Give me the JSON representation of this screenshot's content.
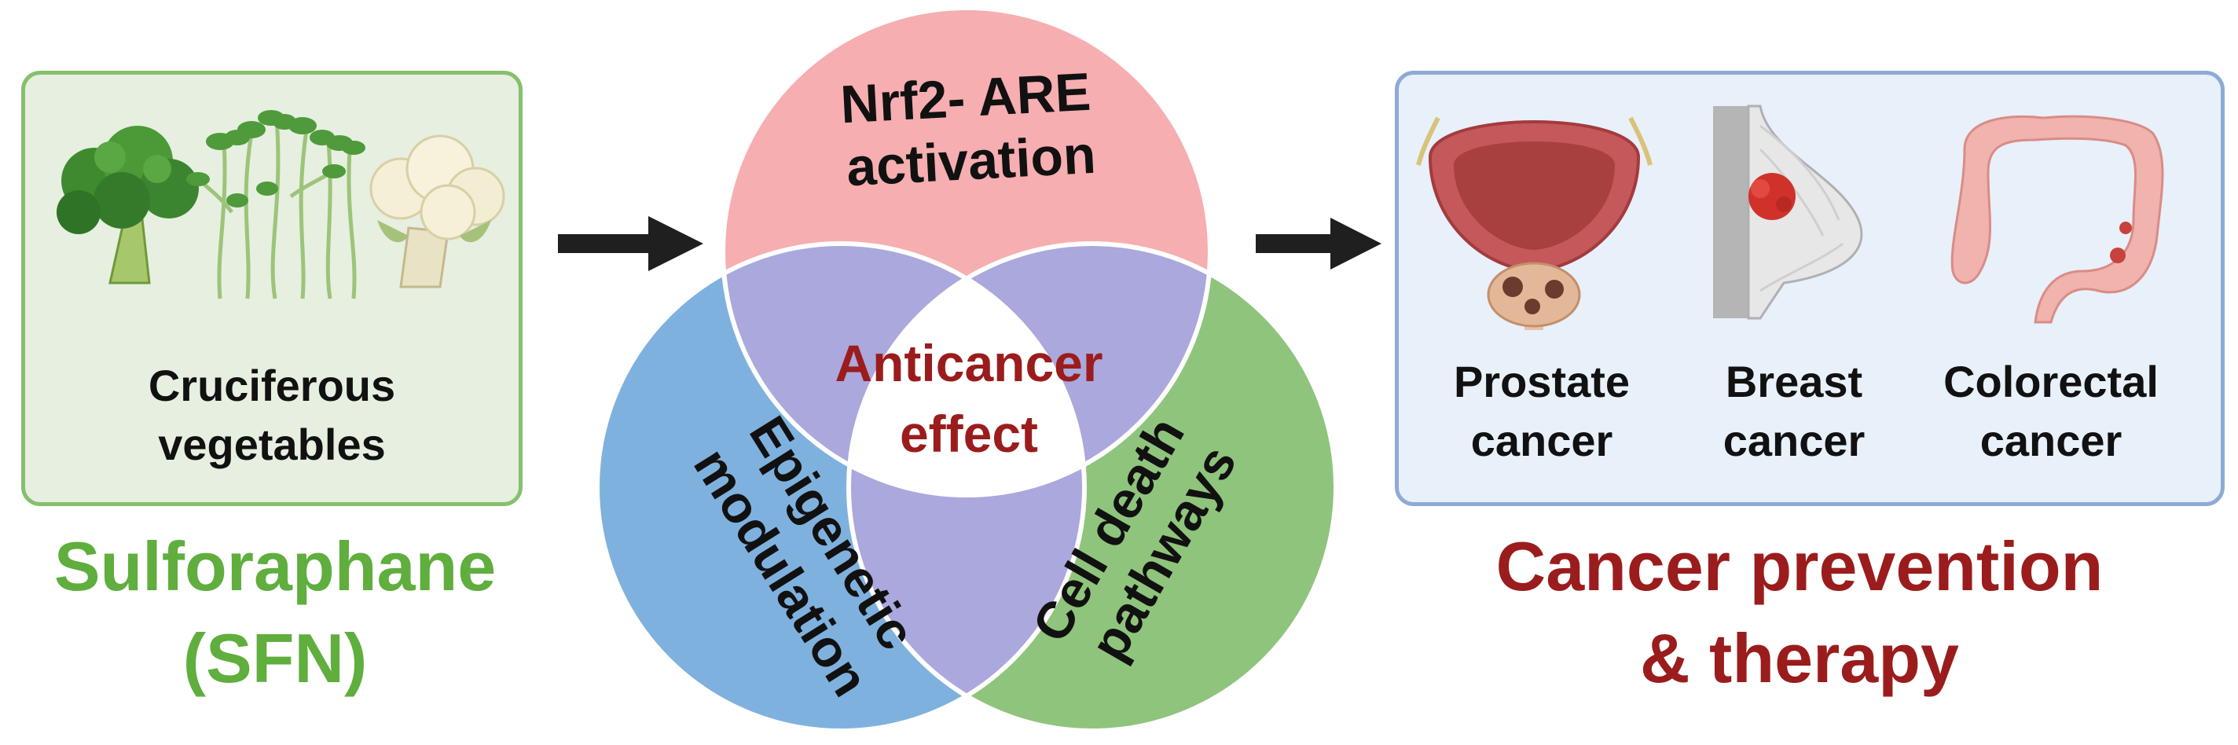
{
  "left": {
    "panel_label_line1": "Cruciferous",
    "panel_label_line2": "vegetables",
    "title_line1": "Sulforaphane",
    "title_line2": "(SFN)"
  },
  "venn": {
    "top": {
      "line1": "Nrf2- ARE",
      "line2": "activation"
    },
    "left": {
      "line1": "Epigenetic",
      "line2": "modulation"
    },
    "right": {
      "line1": "Cell death",
      "line2": "pathways"
    },
    "center": {
      "line1": "Anticancer",
      "line2": "effect"
    }
  },
  "right": {
    "organs": [
      {
        "line1": "Prostate",
        "line2": "cancer"
      },
      {
        "line1": "Breast",
        "line2": "cancer"
      },
      {
        "line1": "Colorectal",
        "line2": "cancer"
      }
    ],
    "title_line1": "Cancer prevention",
    "title_line2": "& therapy"
  },
  "colors": {
    "green": "#5fae3e",
    "red": "#9b1c1c",
    "venn_pink": "#f6aeb0",
    "venn_blue": "#7fb1de",
    "venn_green": "#8fc47c",
    "venn_overlap": "#aaa8dc"
  }
}
